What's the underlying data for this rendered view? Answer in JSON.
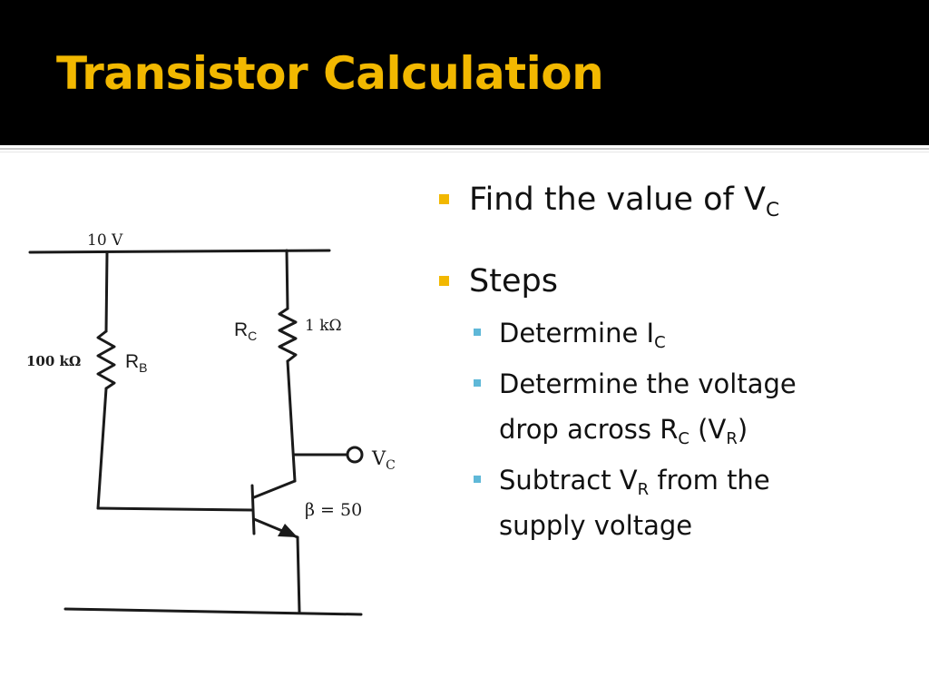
{
  "slide": {
    "title": "Transistor Calculation",
    "bullets": [
      {
        "text": "Find the value of V",
        "sub": "C"
      },
      {
        "text": "Steps"
      }
    ],
    "sub_bullets": [
      {
        "parts": [
          "Determine I",
          "C"
        ]
      },
      {
        "parts": [
          "Determine the voltage",
          "drop across R",
          "C",
          " (V",
          "R",
          ")"
        ]
      },
      {
        "parts": [
          "Subtract V",
          "R",
          " from the",
          "supply voltage"
        ]
      }
    ]
  },
  "circuit": {
    "supply": "10 V",
    "rb_value": "100 kΩ",
    "rb_label": "R",
    "rb_sub": "B",
    "rc_value": "1 kΩ",
    "rc_label": "R",
    "rc_sub": "C",
    "vc_label": "V",
    "vc_sub": "C",
    "beta": "β = 50"
  },
  "colors": {
    "title": "#f2b800",
    "bullet_l1": "#f2b800",
    "bullet_l2": "#5fb8d8",
    "background": "#ffffff",
    "header": "#000000"
  }
}
